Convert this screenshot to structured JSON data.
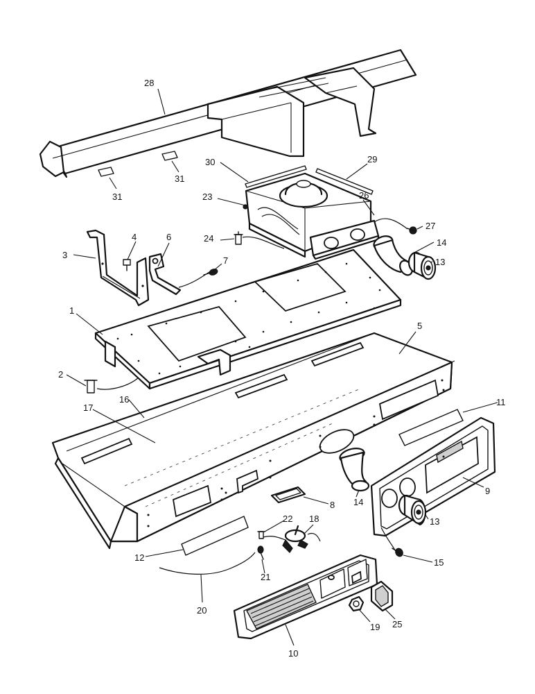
{
  "callouts": [
    {
      "id": "c28a",
      "text": "28"
    },
    {
      "id": "c30",
      "text": "30"
    },
    {
      "id": "c29",
      "text": "29"
    },
    {
      "id": "c31a",
      "text": "31"
    },
    {
      "id": "c31b",
      "text": "31"
    },
    {
      "id": "c23",
      "text": "23"
    },
    {
      "id": "c26",
      "text": "26"
    },
    {
      "id": "c27",
      "text": "27"
    },
    {
      "id": "c24",
      "text": "24"
    },
    {
      "id": "c14a",
      "text": "14"
    },
    {
      "id": "c13a",
      "text": "13"
    },
    {
      "id": "c4",
      "text": "4"
    },
    {
      "id": "c6",
      "text": "6"
    },
    {
      "id": "c3",
      "text": "3"
    },
    {
      "id": "c7",
      "text": "7"
    },
    {
      "id": "c1",
      "text": "1"
    },
    {
      "id": "c5",
      "text": "5"
    },
    {
      "id": "c2",
      "text": "2"
    },
    {
      "id": "c16",
      "text": "16"
    },
    {
      "id": "c17",
      "text": "17"
    },
    {
      "id": "c11",
      "text": "11"
    },
    {
      "id": "c9",
      "text": "9"
    },
    {
      "id": "c14b",
      "text": "14"
    },
    {
      "id": "c8",
      "text": "8"
    },
    {
      "id": "c22",
      "text": "22"
    },
    {
      "id": "c18",
      "text": "18"
    },
    {
      "id": "c13b",
      "text": "13"
    },
    {
      "id": "c12",
      "text": "12"
    },
    {
      "id": "c21",
      "text": "21"
    },
    {
      "id": "c15",
      "text": "15"
    },
    {
      "id": "c20",
      "text": "20"
    },
    {
      "id": "c19",
      "text": "19"
    },
    {
      "id": "c25",
      "text": "25"
    },
    {
      "id": "c10",
      "text": "10"
    }
  ]
}
